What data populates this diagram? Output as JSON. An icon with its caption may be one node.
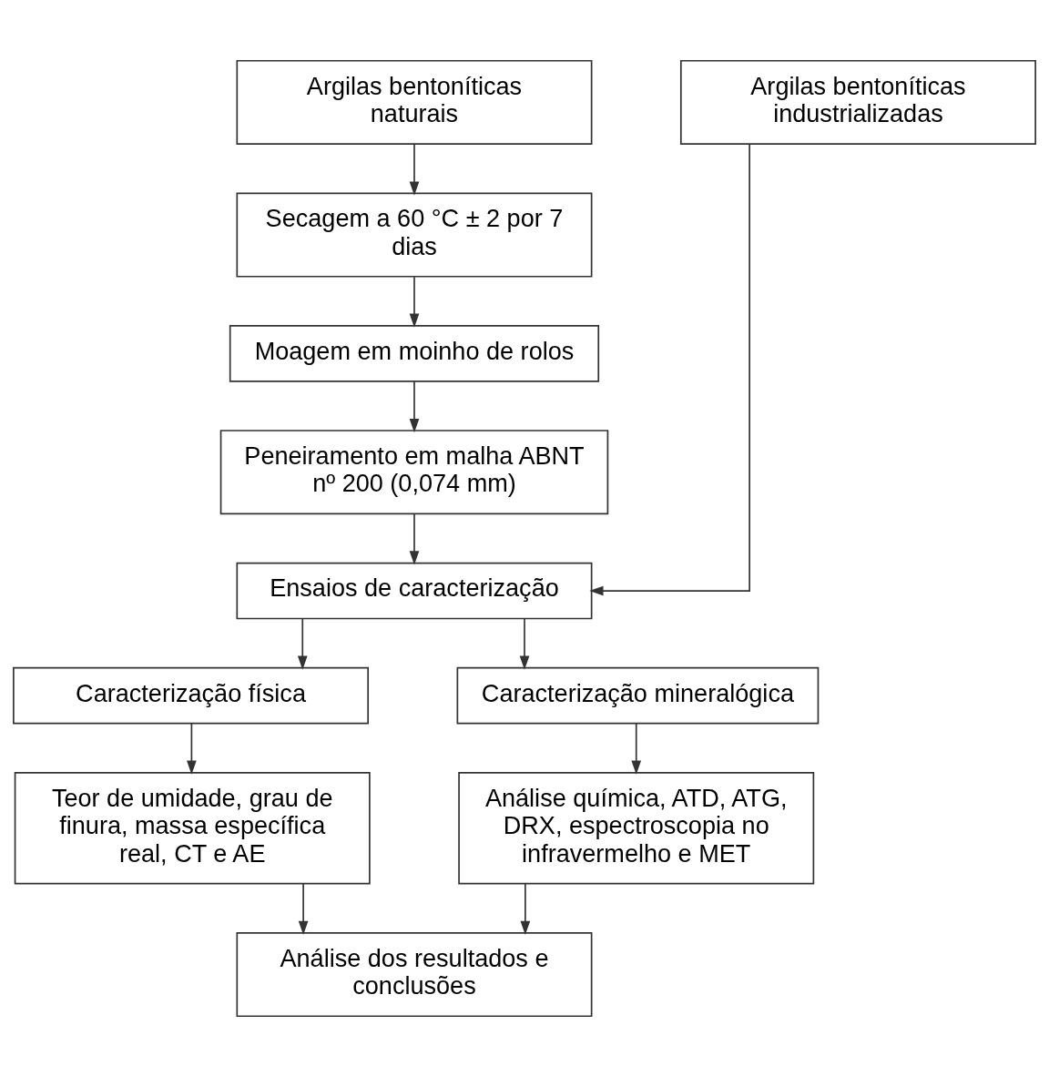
{
  "diagram": {
    "nodes": [
      {
        "text": [
          "Argilas bentoníticas naturais"
        ]
      },
      {
        "text": [
          "Argilas bentoníticas industrializadas"
        ]
      },
      {
        "text": [
          "Secagem a 60 °C ± 2 por 7 dias"
        ]
      },
      {
        "text": [
          "Moagem em moinho de rolos"
        ]
      },
      {
        "text": [
          "Peneiramento em malha ABNT nº 200 (0,074 mm)"
        ]
      },
      {
        "text": [
          "Ensaios de caracterização"
        ]
      },
      {
        "text": [
          "Caracterização física"
        ]
      },
      {
        "text": [
          "Caracterização mineralógica"
        ]
      },
      {
        "text": [
          "Teor de umidade, grau de finura, massa específica real, CT e AE"
        ]
      },
      {
        "text": [
          "Análise química, ATD, ATG, DRX, espectroscopia no infravermelho e MET"
        ]
      },
      {
        "text": [
          "Análise dos resultados e conclusões"
        ]
      }
    ],
    "edges": [
      {
        "from": 0,
        "to": 2,
        "arrow": "to"
      },
      {
        "from": 2,
        "to": 3,
        "arrow": "to"
      },
      {
        "from": 3,
        "to": 4,
        "arrow": "to"
      },
      {
        "from": 4,
        "to": 5,
        "arrow": "to"
      },
      {
        "from": 1,
        "to": 5,
        "arrow": "to"
      },
      {
        "from": 5,
        "to": 6,
        "arrow": "to"
      },
      {
        "from": 5,
        "to": 7,
        "arrow": "to"
      },
      {
        "from": 6,
        "to": 8,
        "arrow": "to"
      },
      {
        "from": 7,
        "to": 9,
        "arrow": "to"
      },
      {
        "from": 8,
        "to": 10,
        "arrow": "to"
      },
      {
        "from": 9,
        "to": 10,
        "arrow": "to"
      }
    ]
  }
}
